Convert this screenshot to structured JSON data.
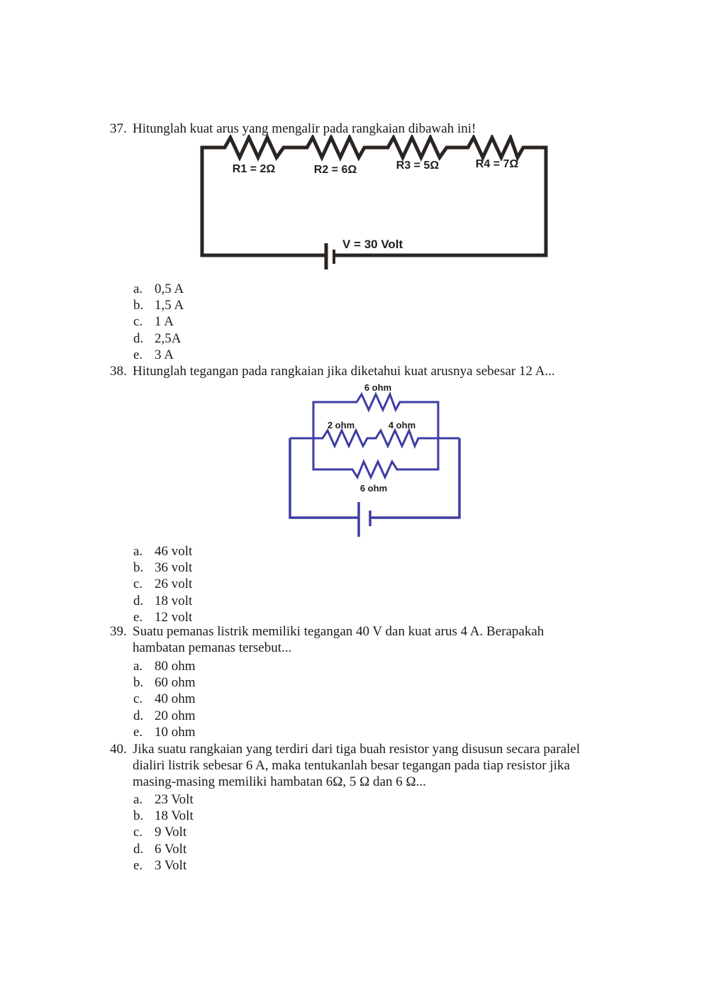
{
  "questions": [
    {
      "number": "37.",
      "lines": [
        "Hitunglah kuat arus yang mengalir pada rangkaian dibawah ini!"
      ],
      "options": [
        {
          "letter": "a.",
          "text": "0,5 A"
        },
        {
          "letter": "b.",
          "text": "1,5 A"
        },
        {
          "letter": "c.",
          "text": "1 A"
        },
        {
          "letter": "d.",
          "text": "2,5A"
        },
        {
          "letter": "e.",
          "text": "3 A"
        }
      ]
    },
    {
      "number": "38.",
      "lines": [
        "Hitunglah tegangan pada rangkaian jika diketahui kuat arusnya sebesar 12 A..."
      ],
      "options": [
        {
          "letter": "a.",
          "text": "46 volt"
        },
        {
          "letter": "b.",
          "text": "36 volt"
        },
        {
          "letter": "c.",
          "text": "26 volt"
        },
        {
          "letter": "d.",
          "text": "18 volt"
        },
        {
          "letter": "e.",
          "text": "12 volt"
        }
      ]
    },
    {
      "number": "39.",
      "lines": [
        "Suatu pemanas listrik memiliki tegangan 40 V dan kuat arus 4 A. Berapakah",
        "hambatan pemanas tersebut..."
      ],
      "options": [
        {
          "letter": "a.",
          "text": "80 ohm"
        },
        {
          "letter": "b.",
          "text": "60 ohm"
        },
        {
          "letter": "c.",
          "text": "40 ohm"
        },
        {
          "letter": "d.",
          "text": "20 ohm"
        },
        {
          "letter": "e.",
          "text": "10 ohm"
        }
      ]
    },
    {
      "number": "40.",
      "lines": [
        "Jika suatu rangkaian yang terdiri dari tiga buah resistor yang disusun secara paralel",
        "dialiri listrik sebesar 6 A, maka tentukanlah besar tegangan pada tiap resistor jika",
        "masing-masing memiliki hambatan 6Ω, 5 Ω dan 6 Ω..."
      ],
      "options": [
        {
          "letter": "a.",
          "text": "23 Volt"
        },
        {
          "letter": "b.",
          "text": "18 Volt"
        },
        {
          "letter": "c.",
          "text": "9 Volt"
        },
        {
          "letter": "d.",
          "text": "6 Volt"
        },
        {
          "letter": "e.",
          "text": "3 Volt"
        }
      ]
    }
  ],
  "circuit_series": {
    "resistor_labels": [
      "R1 = 2Ω",
      "R2 = 6Ω",
      "R3 = 5Ω",
      "R4 = 7Ω"
    ],
    "battery_label": "V = 30 Volt",
    "stroke_color": "#2b2522"
  },
  "circuit_parallel": {
    "top_label": "6 ohm",
    "middle_left_label": "2 ohm",
    "middle_right_label": "4 ohm",
    "bottom_label": "6 ohm",
    "stroke_color": "#3d3da4"
  }
}
